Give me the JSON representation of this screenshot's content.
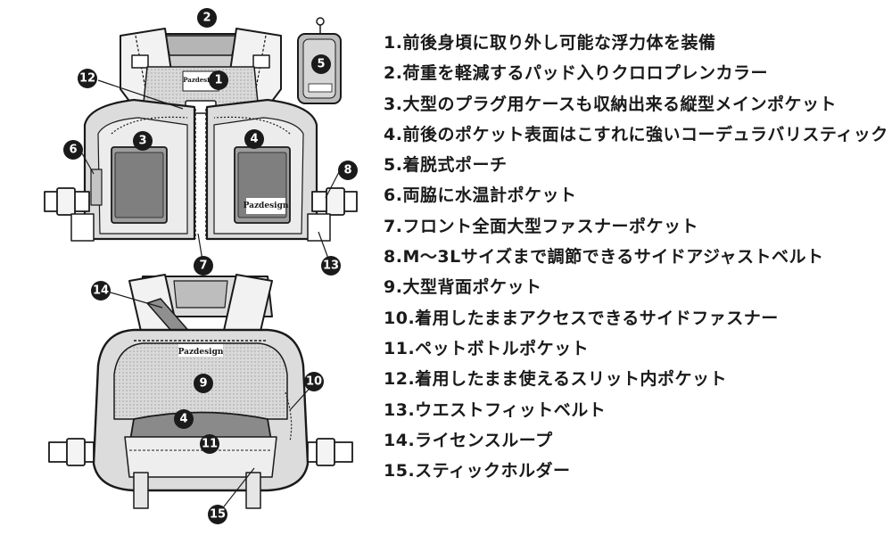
{
  "brand": "Pazdesign",
  "features": [
    "1.前後身頃に取り外し可能な浮力体を装備",
    "2.荷重を軽減するパッド入りクロロプレンカラー",
    "3.大型のプラグ用ケースも収納出来る縦型メインポケット",
    "4.前後のポケット表面はこすれに強いコーデュラバリスティック",
    "5.着脱式ポーチ",
    "6.両脇に水温計ポケット",
    "7.フロント全面大型ファスナーポケット",
    "8.M～3Lサイズまで調節できるサイドアジャストベルト",
    "9.大型背面ポケット",
    "10.着用したままアクセスできるサイドファスナー",
    "11.ペットボトルポケット",
    "12.着用したまま使えるスリット内ポケット",
    "13.ウエストフィットベルト",
    "14.ライセンスループ",
    "15.スティックホルダー"
  ],
  "callouts": {
    "front": [
      "2",
      "1",
      "12",
      "3",
      "4",
      "6",
      "8",
      "7",
      "13",
      "5"
    ],
    "back": [
      "14",
      "9",
      "10",
      "4",
      "11",
      "15"
    ]
  }
}
